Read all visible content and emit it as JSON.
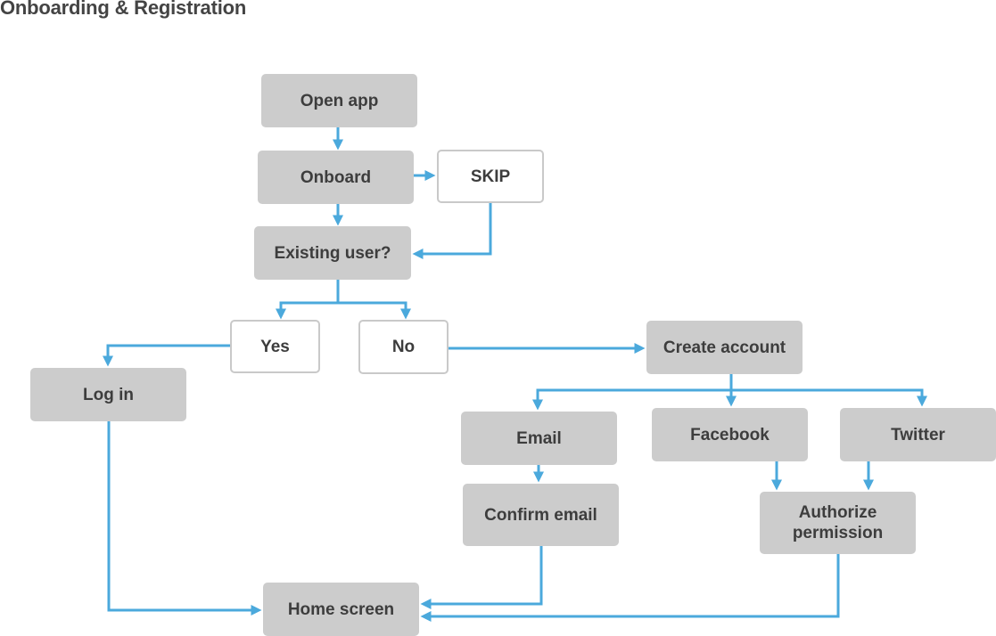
{
  "title": "Onboarding & Registration",
  "colors": {
    "node_fill": "#cccccc",
    "node_outline": "#c9c9c9",
    "connector": "#4ba9dc",
    "text": "#3d3d3d"
  },
  "nodes": {
    "open_app": "Open app",
    "onboard": "Onboard",
    "skip": "SKIP",
    "existing_user": "Existing user?",
    "yes": "Yes",
    "no": "No",
    "log_in": "Log in",
    "create_account": "Create account",
    "email": "Email",
    "facebook": "Facebook",
    "twitter": "Twitter",
    "confirm_email": "Confirm email",
    "authorize_permission": "Authorize permission",
    "home_screen": "Home screen"
  },
  "edges": [
    {
      "from": "Open app",
      "to": "Onboard"
    },
    {
      "from": "Onboard",
      "to": "SKIP"
    },
    {
      "from": "Onboard",
      "to": "Existing user?"
    },
    {
      "from": "SKIP",
      "to": "Existing user?"
    },
    {
      "from": "Existing user?",
      "to": "Yes"
    },
    {
      "from": "Existing user?",
      "to": "No"
    },
    {
      "from": "Yes",
      "to": "Log in"
    },
    {
      "from": "No",
      "to": "Create account"
    },
    {
      "from": "Create account",
      "to": "Email"
    },
    {
      "from": "Create account",
      "to": "Facebook"
    },
    {
      "from": "Create account",
      "to": "Twitter"
    },
    {
      "from": "Email",
      "to": "Confirm email"
    },
    {
      "from": "Facebook",
      "to": "Authorize permission"
    },
    {
      "from": "Twitter",
      "to": "Authorize permission"
    },
    {
      "from": "Log in",
      "to": "Home screen"
    },
    {
      "from": "Confirm email",
      "to": "Home screen"
    },
    {
      "from": "Authorize permission",
      "to": "Home screen"
    }
  ]
}
